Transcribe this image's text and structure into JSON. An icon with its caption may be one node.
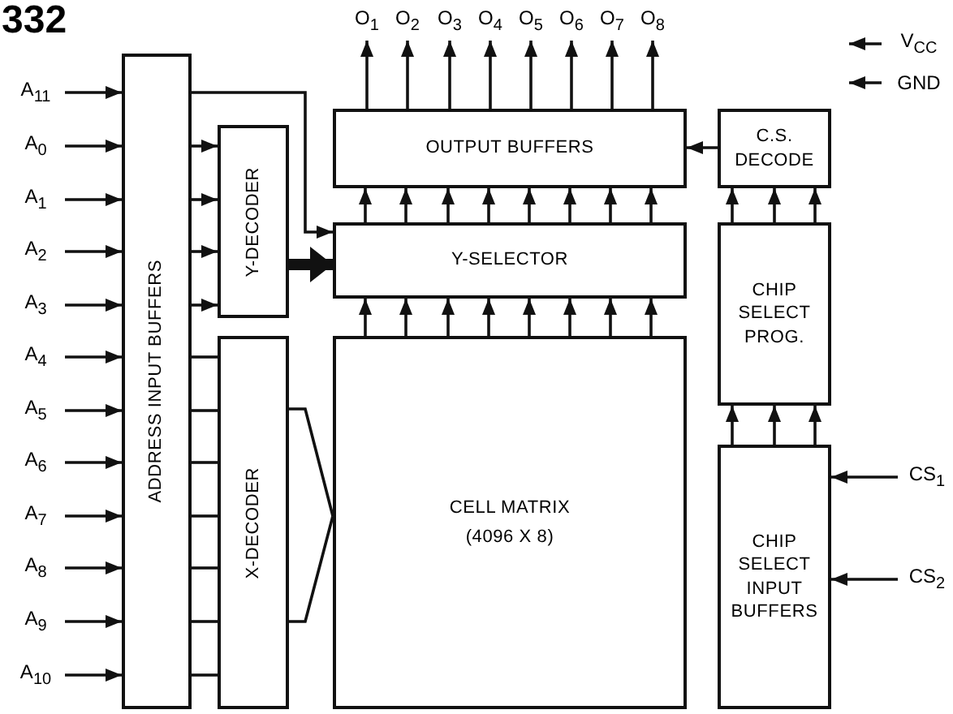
{
  "diagram": {
    "title": "332",
    "nodes": [
      {
        "text": [
          "ADDRESS INPUT BUFFERS"
        ]
      },
      {
        "text": [
          "Y-DECODER"
        ]
      },
      {
        "text": [
          "X-DECODER"
        ]
      },
      {
        "text": [
          "OUTPUT BUFFERS"
        ]
      },
      {
        "text": [
          "Y-SELECTOR"
        ]
      },
      {
        "text": [
          "CELL MATRIX",
          "(4096 X 8)"
        ]
      },
      {
        "text": [
          "C.S. DECODE"
        ]
      },
      {
        "text": [
          "CHIP SELECT PROG."
        ]
      },
      {
        "text": [
          "CHIP SELECT INPUT BUFFERS"
        ]
      },
      {
        "text": [
          "A$_{11}$"
        ]
      },
      {
        "text": [
          "A$_{0}$"
        ]
      },
      {
        "text": [
          "A$_{1}$"
        ]
      },
      {
        "text": [
          "A$_{2}$"
        ]
      },
      {
        "text": [
          "A$_{3}$"
        ]
      },
      {
        "text": [
          "A$_{4}$"
        ]
      },
      {
        "text": [
          "A$_{5}$"
        ]
      },
      {
        "text": [
          "A$_{6}$"
        ]
      },
      {
        "text": [
          "A$_{7}$"
        ]
      },
      {
        "text": [
          "A$_{8}$"
        ]
      },
      {
        "text": [
          "A$_{9}$"
        ]
      },
      {
        "text": [
          "A$_{10}$"
        ]
      },
      {
        "text": [
          "O$_{1}$"
        ]
      },
      {
        "text": [
          "O$_{2}$"
        ]
      },
      {
        "text": [
          "O$_{3}$"
        ]
      },
      {
        "text": [
          "O$_{4}$"
        ]
      },
      {
        "text": [
          "O$_{5}$"
        ]
      },
      {
        "text": [
          "O$_{6}$"
        ]
      },
      {
        "text": [
          "O$_{7}$"
        ]
      },
      {
        "text": [
          "O$_{8}$"
        ]
      },
      {
        "text": [
          "V$_{CC}$"
        ]
      },
      {
        "text": [
          "GND"
        ]
      },
      {
        "text": [
          "CS$_{1}$"
        ]
      },
      {
        "text": [
          "CS$_{2}$"
        ]
      }
    ],
    "edges": [
      {
        "from": 9,
        "to": 0,
        "arrow": "to"
      },
      {
        "from": 10,
        "to": 0,
        "arrow": "to"
      },
      {
        "from": 11,
        "to": 0,
        "arrow": "to"
      },
      {
        "from": 12,
        "to": 0,
        "arrow": "to"
      },
      {
        "from": 13,
        "to": 0,
        "arrow": "to"
      },
      {
        "from": 14,
        "to": 0,
        "arrow": "to"
      },
      {
        "from": 15,
        "to": 0,
        "arrow": "to"
      },
      {
        "from": 16,
        "to": 0,
        "arrow": "to"
      },
      {
        "from": 17,
        "to": 0,
        "arrow": "to"
      },
      {
        "from": 18,
        "to": 0,
        "arrow": "to"
      },
      {
        "from": 19,
        "to": 0,
        "arrow": "to"
      },
      {
        "from": 20,
        "to": 0,
        "arrow": "to"
      },
      {
        "from": 0,
        "to": 1,
        "arrow": "to"
      },
      {
        "from": 0,
        "to": 1,
        "arrow": "to"
      },
      {
        "from": 0,
        "to": 1,
        "arrow": "to"
      },
      {
        "from": 0,
        "to": 1,
        "arrow": "to"
      },
      {
        "from": 0,
        "to": 2,
        "arrow": "none"
      },
      {
        "from": 0,
        "to": 2,
        "arrow": "none"
      },
      {
        "from": 0,
        "to": 2,
        "arrow": "none"
      },
      {
        "from": 0,
        "to": 2,
        "arrow": "none"
      },
      {
        "from": 0,
        "to": 2,
        "arrow": "none"
      },
      {
        "from": 0,
        "to": 2,
        "arrow": "none"
      },
      {
        "from": 0,
        "to": 2,
        "arrow": "none"
      },
      {
        "from": 0,
        "to": 4,
        "arrow": "to"
      },
      {
        "from": 1,
        "to": 4,
        "arrow": "to",
        "style": "thick"
      },
      {
        "from": 2,
        "to": 5,
        "arrow": "none"
      },
      {
        "from": 5,
        "to": 4,
        "arrow": "to"
      },
      {
        "from": 5,
        "to": 4,
        "arrow": "to"
      },
      {
        "from": 5,
        "to": 4,
        "arrow": "to"
      },
      {
        "from": 5,
        "to": 4,
        "arrow": "to"
      },
      {
        "from": 5,
        "to": 4,
        "arrow": "to"
      },
      {
        "from": 5,
        "to": 4,
        "arrow": "to"
      },
      {
        "from": 5,
        "to": 4,
        "arrow": "to"
      },
      {
        "from": 5,
        "to": 4,
        "arrow": "to"
      },
      {
        "from": 4,
        "to": 3,
        "arrow": "to"
      },
      {
        "from": 4,
        "to": 3,
        "arrow": "to"
      },
      {
        "from": 4,
        "to": 3,
        "arrow": "to"
      },
      {
        "from": 4,
        "to": 3,
        "arrow": "to"
      },
      {
        "from": 4,
        "to": 3,
        "arrow": "to"
      },
      {
        "from": 4,
        "to": 3,
        "arrow": "to"
      },
      {
        "from": 4,
        "to": 3,
        "arrow": "to"
      },
      {
        "from": 4,
        "to": 3,
        "arrow": "to"
      },
      {
        "from": 3,
        "to": 21,
        "arrow": "to"
      },
      {
        "from": 3,
        "to": 22,
        "arrow": "to"
      },
      {
        "from": 3,
        "to": 23,
        "arrow": "to"
      },
      {
        "from": 3,
        "to": 24,
        "arrow": "to"
      },
      {
        "from": 3,
        "to": 25,
        "arrow": "to"
      },
      {
        "from": 3,
        "to": 26,
        "arrow": "to"
      },
      {
        "from": 3,
        "to": 27,
        "arrow": "to"
      },
      {
        "from": 3,
        "to": 28,
        "arrow": "to"
      },
      {
        "from": 6,
        "to": 3,
        "arrow": "to"
      },
      {
        "from": 7,
        "to": 6,
        "arrow": "to"
      },
      {
        "from": 7,
        "to": 6,
        "arrow": "to"
      },
      {
        "from": 7,
        "to": 6,
        "arrow": "to"
      },
      {
        "from": 8,
        "to": 7,
        "arrow": "to"
      },
      {
        "from": 8,
        "to": 7,
        "arrow": "to"
      },
      {
        "from": 8,
        "to": 7,
        "arrow": "to"
      },
      {
        "from": 31,
        "to": 8,
        "arrow": "to"
      },
      {
        "from": 32,
        "to": 8,
        "arrow": "to"
      },
      {
        "from": 29,
        "to": null,
        "arrow": "to"
      },
      {
        "from": 30,
        "to": null,
        "arrow": "to"
      }
    ]
  }
}
